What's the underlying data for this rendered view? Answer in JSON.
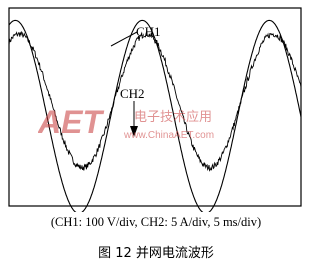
{
  "chart_data": {
    "type": "line",
    "x_range_ms": [
      0,
      46
    ],
    "y_range_div": [
      -4,
      4
    ],
    "grid": false,
    "series": [
      {
        "name": "CH1",
        "kind": "voltage",
        "color": "#000000",
        "period_ms": 20,
        "peak_div": 3.9,
        "offset_div": -0.4,
        "phase_ms": 1.0
      },
      {
        "name": "CH2",
        "kind": "current",
        "color": "#000000",
        "period_ms": 20,
        "peak_div": 2.7,
        "offset_div": 0.25,
        "phase_ms": 1.6,
        "noise_div": 0.12
      }
    ],
    "labels": [
      {
        "text": "CH1",
        "target_series": "CH1"
      },
      {
        "text": "CH2",
        "target_series": "CH2"
      }
    ]
  },
  "captions": {
    "scale_note": "(CH1: 100 V/div, CH2: 5 A/div, 5 ms/div)",
    "figure_title": "图 12   并网电流波形"
  },
  "watermark": {
    "logo_text": "AET",
    "cn_text": "电子技术应用",
    "url_text": "www.ChinaAET.com",
    "color": "#c83a3a"
  }
}
